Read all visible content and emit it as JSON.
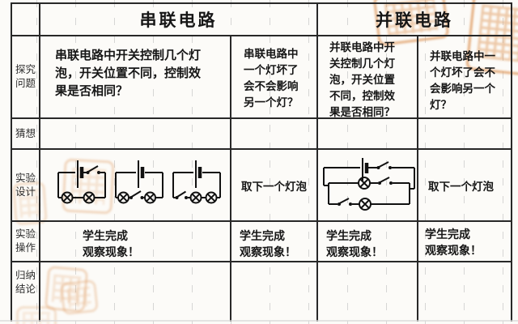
{
  "header": {
    "series_title": "串联电路",
    "parallel_title": "并联电路"
  },
  "row_labels": [
    "探究问题",
    "猜想",
    "实验设计",
    "实验操作",
    "归纳结论"
  ],
  "inquiry": {
    "series_switch_q": "串联电路中开关控制几个灯泡，开关位置不同，控制效果是否相同？",
    "series_bulb_q": "串联电路中一个灯坏了会不会影响另一个灯？",
    "parallel_switch_q": "并联电路中开关控制几个灯泡，开关位置不同，控制效果是否相同？",
    "parallel_bulb_q": "并联电路中一个灯坏了会不会影响另一个灯？"
  },
  "design": {
    "series_circuit_variants": [
      "switch-top-right",
      "switch-between-lamps",
      "switch-before-lamps"
    ],
    "parallel_circuit": "battery-with-main-switch, two lamp branches each with own switch",
    "series_remove_note": "取下一个灯泡",
    "parallel_remove_note": "取下一个灯泡"
  },
  "operation": {
    "text": "学生完成\n观察现象！"
  },
  "colors": {
    "table_border": "#282828",
    "ink": "#161616",
    "stamp_orange": "#e09e66",
    "fold_line_gray": "#c9c9c9",
    "paper": "#fcfbf8"
  }
}
